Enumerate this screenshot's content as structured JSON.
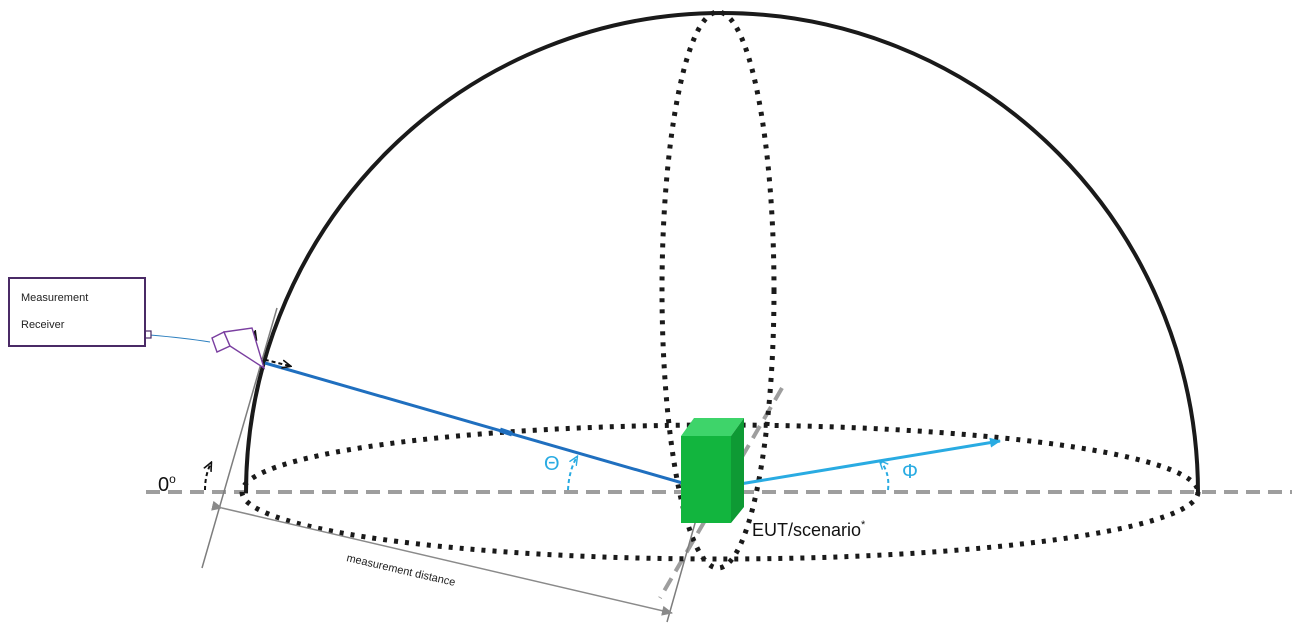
{
  "receiver": {
    "line1": "Measurement",
    "line2": "Receiver"
  },
  "labels": {
    "zero_degree": "0",
    "zero_degree_sup": "o",
    "theta": "Θ",
    "phi": "Φ",
    "eut": "EUT/scenario",
    "eut_sup": "*",
    "distance": "measurement distance"
  },
  "colors": {
    "dome": "#1a1a1a",
    "axis": "#9e9e9e",
    "theta_arrow": "#1f6fbf",
    "phi_arrow": "#29abe2",
    "eut": "#12b53e",
    "receiver_border": "#4a2a66",
    "antenna": "#7a3fa0"
  }
}
